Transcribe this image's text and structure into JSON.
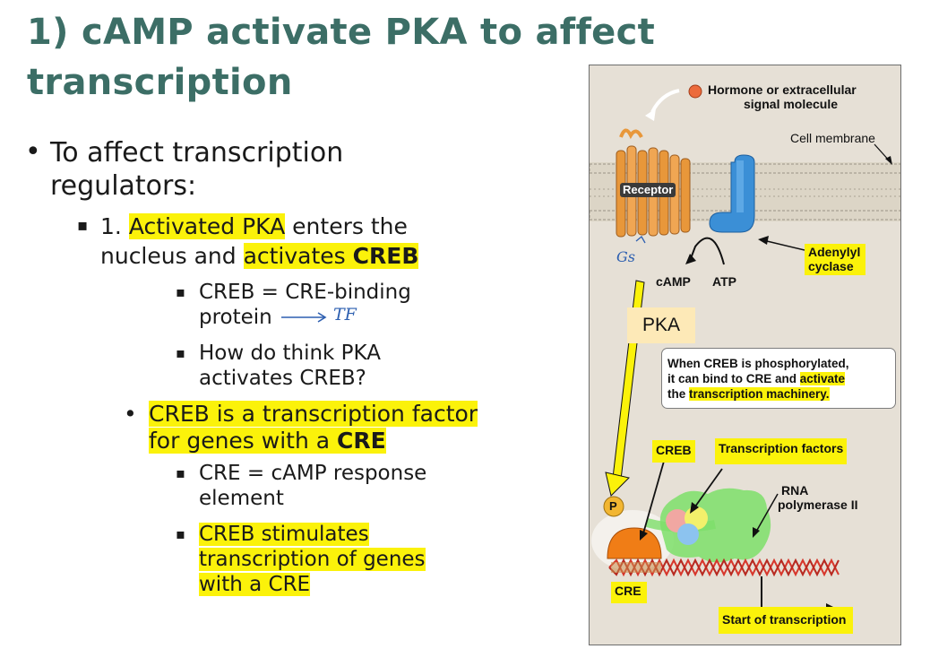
{
  "slide": {
    "title_line1": "1) cAMP activate PKA to affect",
    "title_line2": "transcription",
    "bullet1_line1": "To affect transcription",
    "bullet1_line2": "regulators:",
    "sub1_num": "1. ",
    "sub1_hl1": "Activated PKA",
    "sub1_rest1": " enters the",
    "sub1_line2_a": "nucleus and ",
    "sub1_hl2": "activates ",
    "sub1_bold": "CREB",
    "sub2a_line1": "CREB = CRE-binding",
    "sub2a_line2": "protein",
    "sub2a_hand": "TF",
    "sub2b_line1": "How do think PKA",
    "sub2b_line2": "activates CREB?",
    "bullet2_line1": "CREB is a transcription factor",
    "bullet2_line2_a": "for genes with a ",
    "bullet2_line2_b": "CRE",
    "sub3a_line1": "CRE = cAMP response",
    "sub3a_line2": "element",
    "sub3b_line1": "CREB stimulates",
    "sub3b_line2": "transcription of genes",
    "sub3b_line3": "with a CRE",
    "bullet_dot": "•",
    "bullet_square": "▪"
  },
  "figure": {
    "hormone_line1": "Hormone or extracellular",
    "hormone_line2": "signal molecule",
    "cell_membrane": "Cell membrane",
    "receptor": "Receptor",
    "adenylyl_line1": "Adenylyl",
    "adenylyl_line2": "cyclase",
    "gs_hand": "Gs",
    "camp": "cAMP",
    "atp": "ATP",
    "pka": "PKA",
    "callout_line1": "When CREB is phosphorylated,",
    "callout_line2_a": "it can bind to CRE and ",
    "callout_line2_b": "activate",
    "callout_line3_a": "the ",
    "callout_line3_b": "transcription machinery.",
    "creb": "CREB",
    "tf": "Transcription factors",
    "rna_line1": "RNA",
    "rna_line2": "polymerase II",
    "p": "P",
    "cre": "CRE",
    "start": "Start of transcription"
  },
  "colors": {
    "title": "#3c6e66",
    "highlight": "#fbf20a",
    "figure_bg": "#e6e0d6",
    "receptor": "#e8973a",
    "adenylyl_cyclase": "#3b8fd6",
    "creb": "#f07d16",
    "rna_polymerase": "#7ddf6a",
    "dna_red": "#d7362b",
    "pka_box": "#fde9b7"
  }
}
